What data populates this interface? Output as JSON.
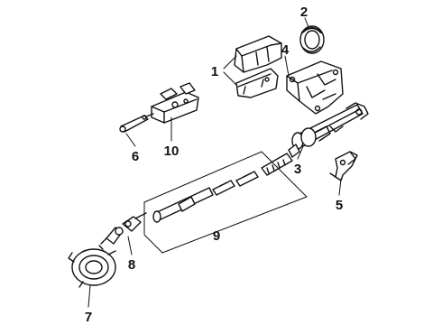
{
  "diagram": {
    "ink_color": "#111111",
    "background_color": "#ffffff",
    "callouts": [
      {
        "id": "1",
        "text": "1",
        "part": "steering column cover"
      },
      {
        "id": "2",
        "text": "2",
        "part": "ring"
      },
      {
        "id": "3",
        "text": "3",
        "part": "column shaft"
      },
      {
        "id": "4",
        "text": "4",
        "part": "mounting bracket"
      },
      {
        "id": "5",
        "text": "5",
        "part": "support brace"
      },
      {
        "id": "6",
        "text": "6",
        "part": "lever"
      },
      {
        "id": "7",
        "text": "7",
        "part": "clock spring"
      },
      {
        "id": "8",
        "text": "8",
        "part": "universal joint"
      },
      {
        "id": "9",
        "text": "9",
        "part": "intermediate shaft assembly"
      },
      {
        "id": "10",
        "text": "10",
        "part": "lock housing"
      }
    ]
  }
}
